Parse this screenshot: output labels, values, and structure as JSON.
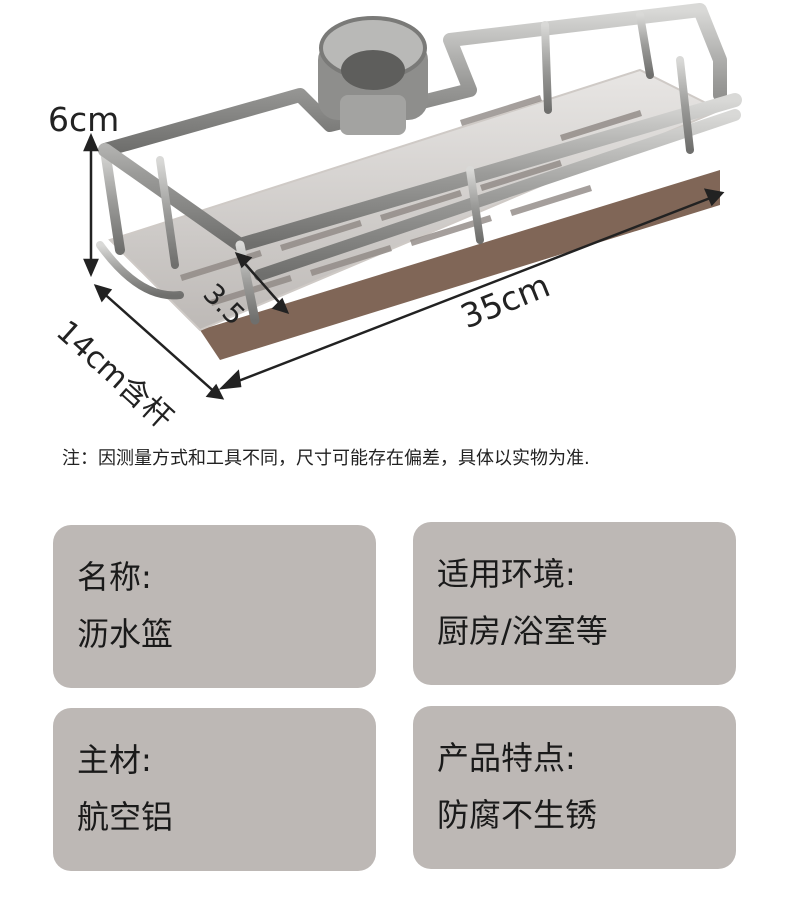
{
  "dimensions": {
    "height": "6cm",
    "length": "35cm",
    "depth": "14cm含杆",
    "lip": "3.5"
  },
  "note": "注：因测量方式和工具不同，尺寸可能存在偏差，具体以实物为准.",
  "specs": [
    {
      "label": "名称:",
      "value": "沥水篮"
    },
    {
      "label": "适用环境:",
      "value": "厨房/浴室等"
    },
    {
      "label": "主材:",
      "value": "航空铝"
    },
    {
      "label": "产品特点:",
      "value": "防腐不生锈"
    }
  ],
  "colors": {
    "card": "#bdb8b5",
    "frame": "#9a9a98",
    "tray": "#d7d4d2",
    "tray_shadow": "#6a4b3a"
  }
}
